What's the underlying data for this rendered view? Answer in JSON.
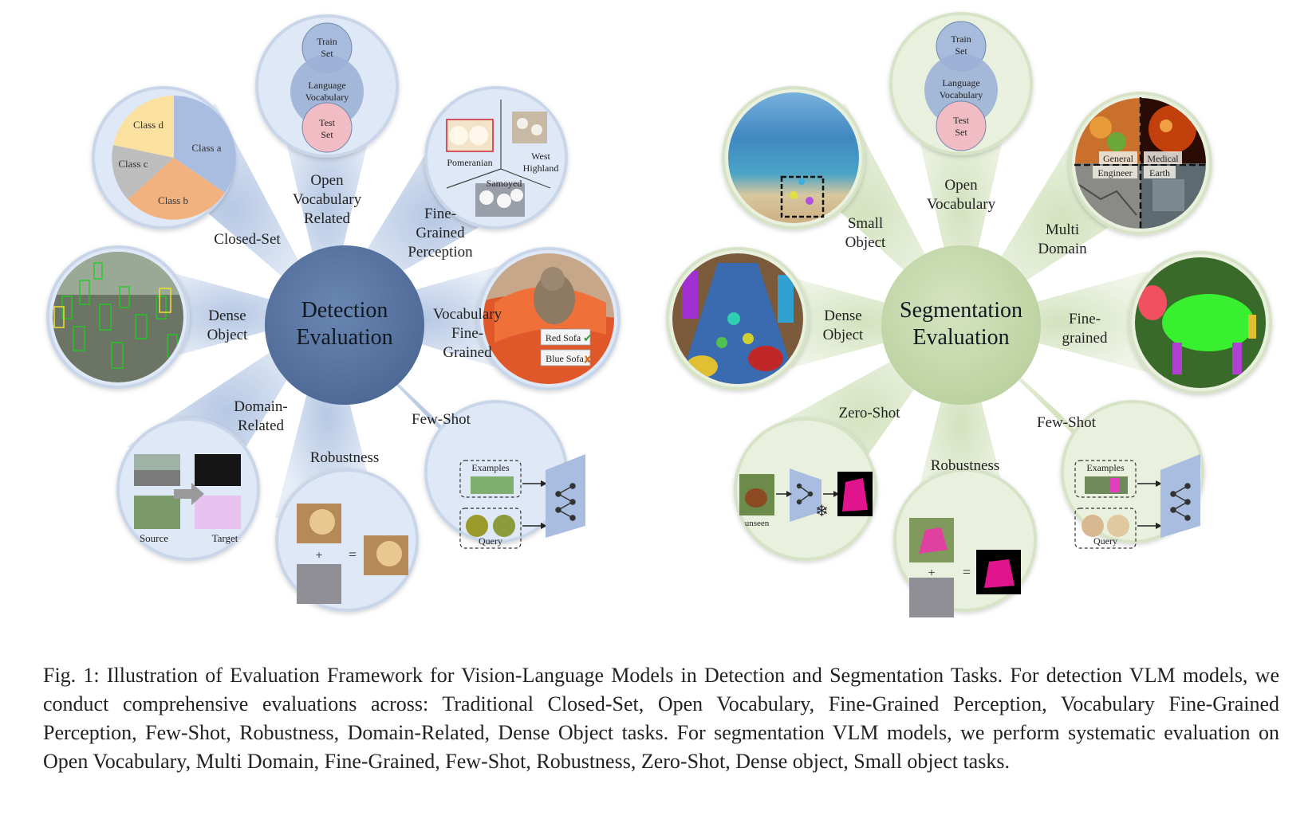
{
  "detection": {
    "center": [
      "Detection",
      "Evaluation"
    ],
    "tasks": [
      {
        "label": [
          "Open",
          "Vocabulary",
          "Related"
        ]
      },
      {
        "label": [
          "Fine-",
          "Grained",
          "Perception"
        ]
      },
      {
        "label": [
          "Vocabulary",
          "Fine-",
          "Grained"
        ]
      },
      {
        "label": [
          "Few-Shot"
        ]
      },
      {
        "label": [
          "Robustness"
        ]
      },
      {
        "label": [
          "Domain-",
          "Related"
        ]
      },
      {
        "label": [
          "Dense",
          "Object"
        ]
      },
      {
        "label": [
          "Closed-Set"
        ]
      }
    ],
    "pie_labels": [
      "Class a",
      "Class b",
      "Class c",
      "Class d"
    ],
    "venn_labels": [
      "Train Set",
      "Language Vocabulary",
      "Test Set"
    ],
    "fine_labels": [
      "Pomeranian",
      "West Highland",
      "Samoyed"
    ],
    "vocab_options": [
      "Red Sofa",
      "Blue Sofa"
    ],
    "fewshot_labels": [
      "Examples",
      "Query"
    ],
    "domain_labels": [
      "Source",
      "Target"
    ]
  },
  "segmentation": {
    "center": [
      "Segmentation",
      "Evaluation"
    ],
    "tasks": [
      {
        "label": [
          "Open",
          "Vocabulary"
        ]
      },
      {
        "label": [
          "Multi",
          "Domain"
        ]
      },
      {
        "label": [
          "Fine-",
          "grained"
        ]
      },
      {
        "label": [
          "Few-Shot"
        ]
      },
      {
        "label": [
          "Robustness"
        ]
      },
      {
        "label": [
          "Zero-Shot"
        ]
      },
      {
        "label": [
          "Dense",
          "Object"
        ]
      },
      {
        "label": [
          "Small",
          "Object"
        ]
      }
    ],
    "venn_labels": [
      "Train Set",
      "Language Vocabulary",
      "Test Set"
    ],
    "domain_labels": [
      "General",
      "Medical",
      "Engineer",
      "Earth"
    ],
    "fewshot_labels": [
      "Examples",
      "Query"
    ],
    "zeroshot_labels": [
      "unseen"
    ]
  },
  "colors": {
    "det_center": "#5874a0",
    "det_petal": "#cfdcef",
    "det_circle": "#dfe8f6",
    "seg_center": "#c8d9b0",
    "seg_petal": "#e2ecd4",
    "seg_circle": "#e9f1de",
    "pie": [
      "#a9bde0",
      "#f2b27f",
      "#bdbdbd",
      "#fbe1a0"
    ]
  },
  "caption": "Fig. 1: Illustration of Evaluation Framework for Vision-Language Models in Detection and Segmentation Tasks. For detection VLM models, we conduct comprehensive evaluations across: Traditional Closed-Set, Open Vocabulary, Fine-Grained Perception, Vocabulary Fine-Grained Perception, Few-Shot, Robustness, Domain-Related, Dense Object tasks. For segmentation VLM models, we perform systematic evaluation on Open Vocabulary, Multi Domain, Fine-Grained, Few-Shot, Robustness, Zero-Shot, Dense object, Small object tasks."
}
